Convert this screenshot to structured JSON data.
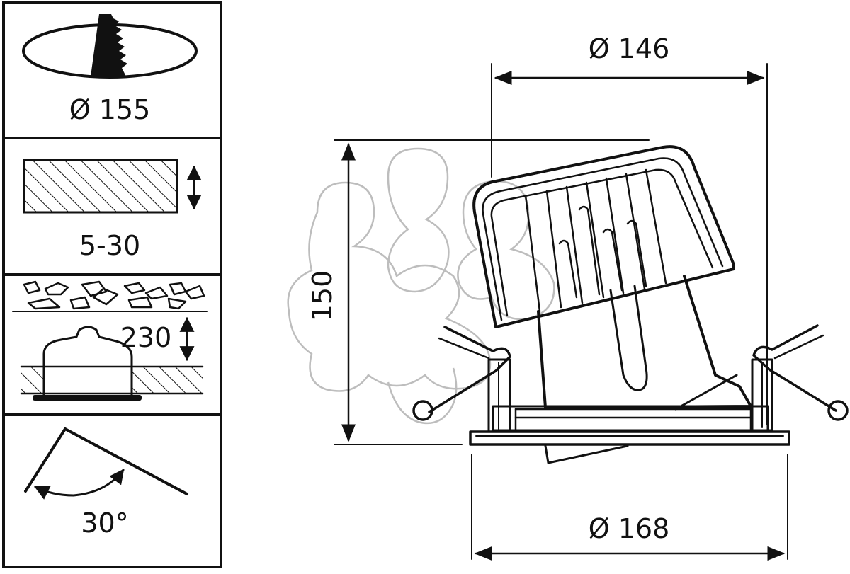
{
  "panels": {
    "cutout": {
      "label": "Ø 155"
    },
    "ceiling_thickness": {
      "label": "5-30"
    },
    "recess_depth": {
      "label": "230"
    },
    "tilt": {
      "label": "30°"
    }
  },
  "dimensions": {
    "top_diameter": "Ø 146",
    "height": "150",
    "bottom_diameter": "Ø 168"
  },
  "colors": {
    "line": "#111111",
    "watermark": "#bdbdbd"
  }
}
